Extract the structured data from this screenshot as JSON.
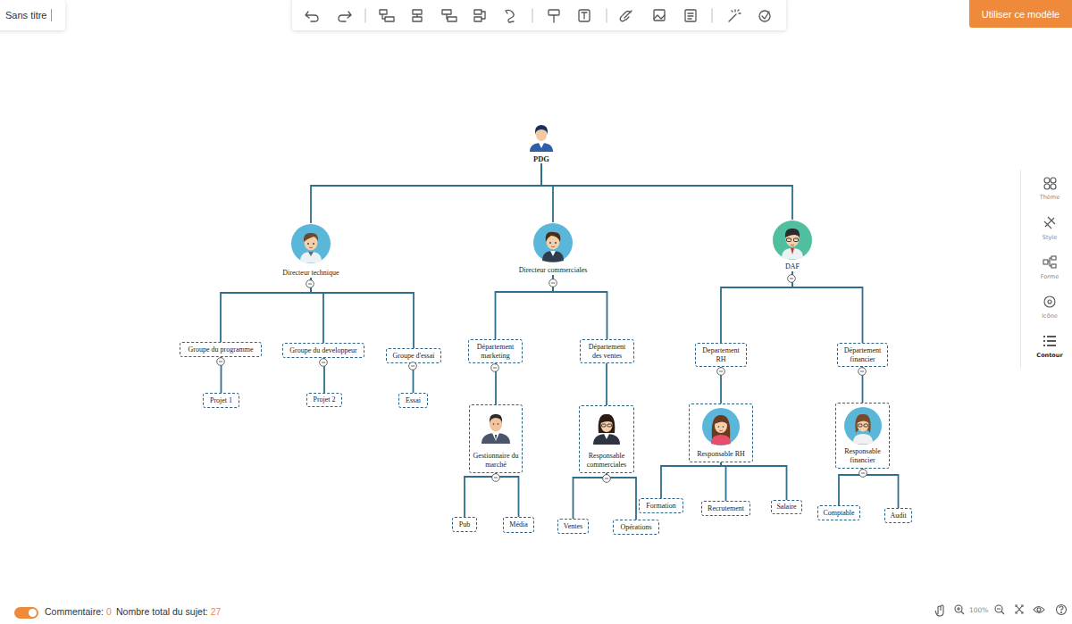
{
  "diagram": {
    "nodes": [
      {
        "text": [
          "PDG"
        ]
      },
      {
        "text": [
          "Directeur technique"
        ]
      },
      {
        "text": [
          "Directeur commerciales"
        ]
      },
      {
        "text": [
          "DAF"
        ]
      },
      {
        "text": [
          "Groupe du programme"
        ]
      },
      {
        "text": [
          "Groupe du developpeur"
        ]
      },
      {
        "text": [
          "Groupe d'essai"
        ]
      },
      {
        "text": [
          "Projet 1"
        ]
      },
      {
        "text": [
          "Projet 2"
        ]
      },
      {
        "text": [
          "Essai"
        ]
      },
      {
        "text": [
          "Département marketing"
        ]
      },
      {
        "text": [
          "Département des ventes"
        ]
      },
      {
        "text": [
          "Gestionnaire du marché"
        ]
      },
      {
        "text": [
          "Responsable commerciales"
        ]
      },
      {
        "text": [
          "Pub"
        ]
      },
      {
        "text": [
          "Média"
        ]
      },
      {
        "text": [
          "Ventes"
        ]
      },
      {
        "text": [
          "Opérations"
        ]
      },
      {
        "text": [
          "Departement RH"
        ]
      },
      {
        "text": [
          "Département financier"
        ]
      },
      {
        "text": [
          "Responsable RH"
        ]
      },
      {
        "text": [
          "Formation"
        ]
      },
      {
        "text": [
          "Recrutement"
        ]
      },
      {
        "text": [
          "Salaire"
        ]
      },
      {
        "text": [
          "Responsable financier"
        ]
      },
      {
        "text": [
          "Comptable"
        ]
      },
      {
        "text": [
          "Audit"
        ]
      }
    ],
    "edges": [
      {
        "from": 0,
        "to": 1,
        "arrow": "none"
      },
      {
        "from": 0,
        "to": 2,
        "arrow": "none"
      },
      {
        "from": 0,
        "to": 3,
        "arrow": "none"
      },
      {
        "from": 1,
        "to": 4,
        "arrow": "none"
      },
      {
        "from": 1,
        "to": 5,
        "arrow": "none"
      },
      {
        "from": 1,
        "to": 6,
        "arrow": "none"
      },
      {
        "from": 4,
        "to": 7,
        "arrow": "none"
      },
      {
        "from": 5,
        "to": 8,
        "arrow": "none"
      },
      {
        "from": 6,
        "to": 9,
        "arrow": "none"
      },
      {
        "from": 2,
        "to": 10,
        "arrow": "none"
      },
      {
        "from": 2,
        "to": 11,
        "arrow": "none"
      },
      {
        "from": 10,
        "to": 12,
        "arrow": "none"
      },
      {
        "from": 11,
        "to": 13,
        "arrow": "none"
      },
      {
        "from": 12,
        "to": 14,
        "arrow": "none"
      },
      {
        "from": 12,
        "to": 15,
        "arrow": "none"
      },
      {
        "from": 13,
        "to": 16,
        "arrow": "none"
      },
      {
        "from": 13,
        "to": 17,
        "arrow": "none"
      },
      {
        "from": 3,
        "to": 18,
        "arrow": "none"
      },
      {
        "from": 3,
        "to": 19,
        "arrow": "none"
      },
      {
        "from": 18,
        "to": 20,
        "arrow": "none"
      },
      {
        "from": 20,
        "to": 21,
        "arrow": "none"
      },
      {
        "from": 20,
        "to": 22,
        "arrow": "none"
      },
      {
        "from": 20,
        "to": 23,
        "arrow": "none"
      },
      {
        "from": 19,
        "to": 24,
        "arrow": "none"
      },
      {
        "from": 24,
        "to": 25,
        "arrow": "none"
      },
      {
        "from": 24,
        "to": 26,
        "arrow": "none"
      }
    ],
    "labels": [
      "Sans titre",
      "Utiliser ce modèle",
      "Thème",
      "Style",
      "Forme",
      "Icône",
      "Contour",
      "Commentaire:",
      "0",
      "Nombre total du sujet:",
      "27",
      "100%"
    ]
  }
}
